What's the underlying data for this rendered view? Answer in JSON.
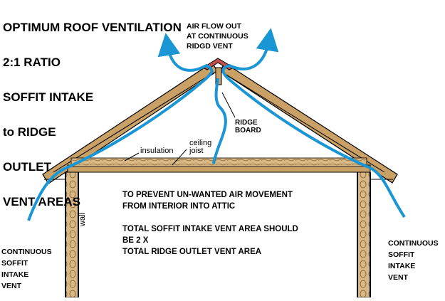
{
  "title_lines": [
    "OPTIMUM ROOF VENTILATION",
    "2:1 RATIO",
    "SOFFIT INTAKE",
    "to RIDGE",
    "OUTLET",
    "VENT AREAS"
  ],
  "airflow_label": "AIR FLOW OUT\nAT CONTINUOUS\nRIDGD VENT",
  "ridge_label": "RIDGE\nBOARD",
  "ceiling_joist_label": "ceiling\njoist",
  "insulation_label": "insulation",
  "wall_label": "wall",
  "note_lines": {
    "line1": "TO PREVENT UN-WANTED AIR MOVEMENT",
    "line2": "FROM INTERIOR INTO ATTIC",
    "line3": "TOTAL SOFFIT INTAKE VENT AREA SHOULD",
    "line4": "BE 2 X",
    "line5": "TOTAL RIDGE OUTLET VENT AREA"
  },
  "left_vent_label": "CONTINUOUS\nSOFFIT\nINTAKE\nVENT",
  "right_vent_label": "CONTINUOUS\nSOFFIT\nINTAKE\nVENT",
  "colors": {
    "rafter": "#c9a066",
    "airflow": "#1a96d4",
    "insulation": "#d9b886",
    "ridge_vent": "#c0504d",
    "outline": "#000000"
  }
}
